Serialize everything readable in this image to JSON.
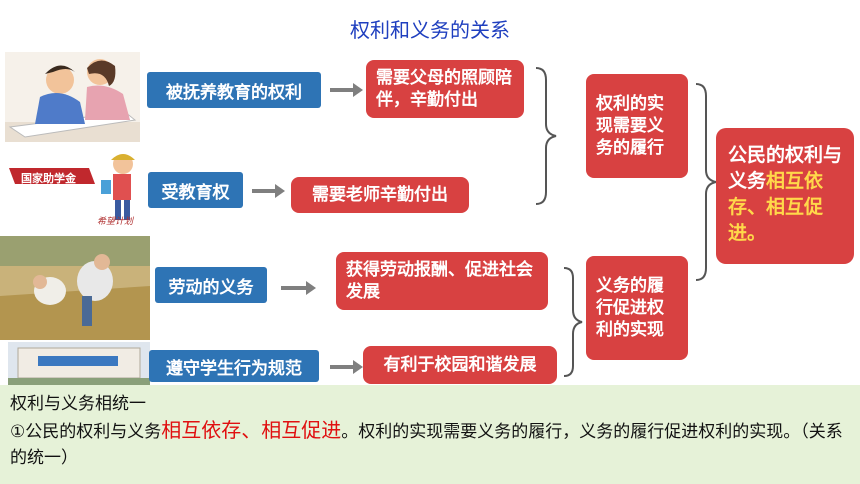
{
  "title": "权利和义务的关系",
  "rows": [
    {
      "blue": "被抚养教育的权利",
      "red": "需要父母的照顾陪伴，辛勤付出"
    },
    {
      "blue": "受教育权",
      "red": "需要老师辛勤付出"
    },
    {
      "blue": "劳动的义务",
      "red": "获得劳动报酬、促进社会发展"
    },
    {
      "blue": "遵守学生行为规范",
      "red": "有利于校园和谐发展"
    }
  ],
  "mid": {
    "top": "权利的实现需要义务的履行",
    "bottom": "义务的履行促进权利的实现"
  },
  "final": {
    "part1": "公民的权利与义务",
    "part2": "相互依存、相互促进。"
  },
  "photo_text": {
    "banner": "国家助学金",
    "signature": "希望计划"
  },
  "bottom": {
    "heading": "权利与义务相统一",
    "line_prefix": "①公民的权利与义务",
    "line_emphasis": "相互依存、相互促进",
    "line_suffix": "。权利的实现需要义务的履行，义务的履行促进权利的实现。（关系的统一）"
  },
  "colors": {
    "blue": "#2e74b5",
    "red": "#d84141",
    "title": "#1f3fbf",
    "bottom_bg": "#e6f2d8",
    "emphasis": "#e01010",
    "gold": "#ffd84a"
  }
}
